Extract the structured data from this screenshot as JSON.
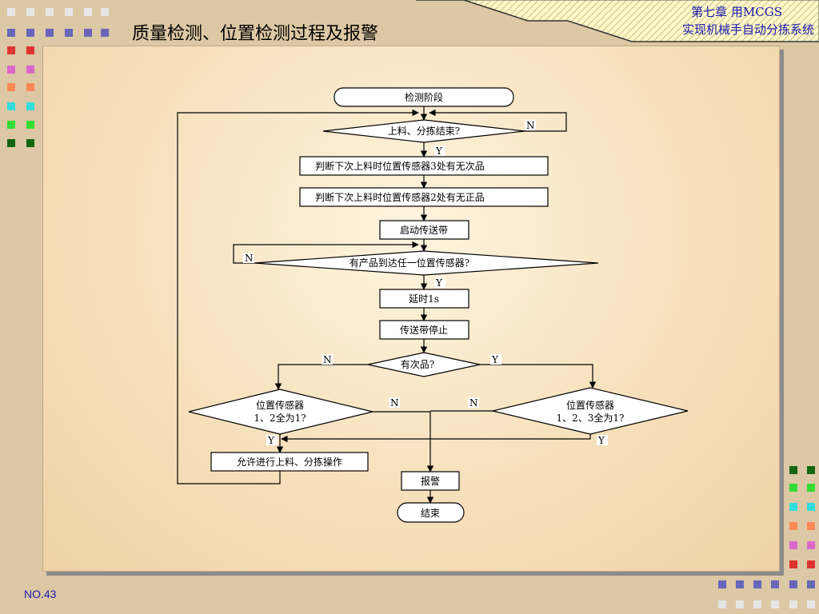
{
  "slide": {
    "title": "质量检测、位置检测过程及报警",
    "chapter_line1": "第七章 用MCGS",
    "chapter_line2": "实现机械手自动分拣系统",
    "page_number": "NO.43"
  },
  "flow": {
    "start": "检测阶段",
    "d1": "上料、分拣结束?",
    "p1": "判断下次上料时位置传感器3处有无次品",
    "p2": "判断下次上料时位置传感器2处有无正品",
    "p3": "启动传送带",
    "d2": "有产品到达任一位置传感器?",
    "p4": "延时1s",
    "p5": "传送带停止",
    "d3": "有次品?",
    "d4_line1": "位置传感器",
    "d4_line2": "1、2全为1?",
    "d5_line1": "位置传感器",
    "d5_line2": "1、2、3全为1?",
    "p6": "允许进行上料、分拣操作",
    "alarm": "报警",
    "end": "结束",
    "y": "Y",
    "n": "N"
  }
}
